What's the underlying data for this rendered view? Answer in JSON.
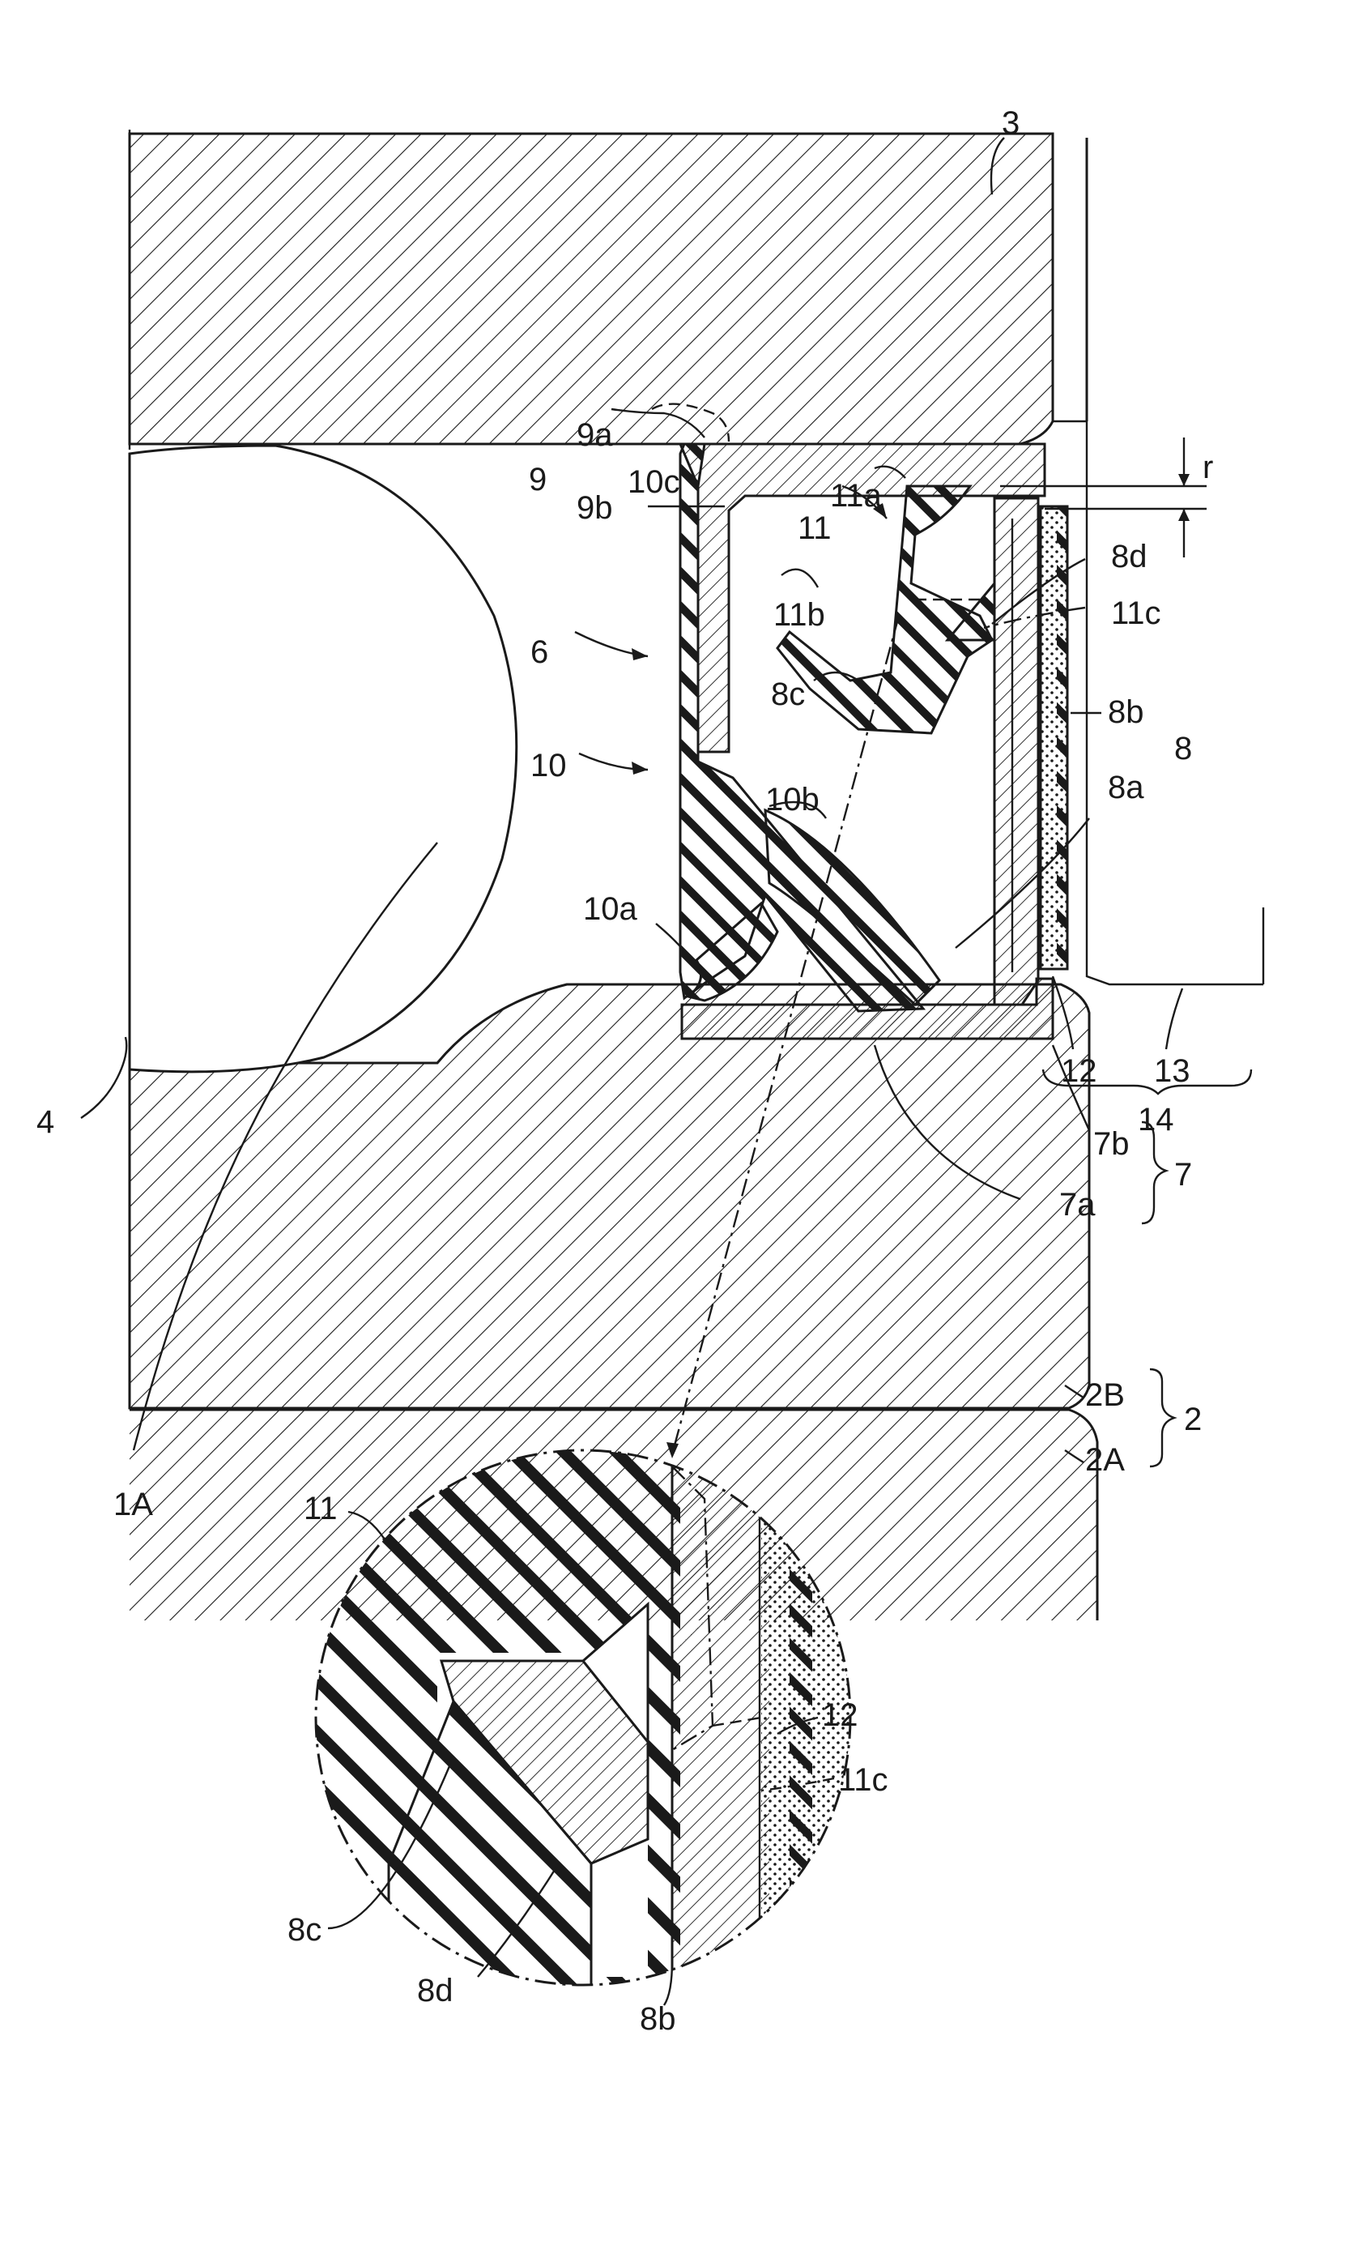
{
  "diagram": {
    "labels": {
      "l_3": "3",
      "l_r": "r",
      "l_9": "9",
      "l_9a": "9a",
      "l_9b": "9b",
      "l_10c": "10c",
      "l_11a": "11a",
      "l_11": "11",
      "l_11b": "11b",
      "l_6": "6",
      "l_8d": "8d",
      "l_11c": "11c",
      "l_8c": "8c",
      "l_8b": "8b",
      "l_8": "8",
      "l_8a": "8a",
      "l_10": "10",
      "l_10b": "10b",
      "l_10a": "10a",
      "l_12": "12",
      "l_13": "13",
      "l_14": "14",
      "l_4": "4",
      "l_7b": "7b",
      "l_7a": "7a",
      "l_7": "7",
      "l_2B": "2B",
      "l_2": "2",
      "l_2A": "2A",
      "l_1A": "1A",
      "d_11": "11",
      "d_12": "12",
      "d_11c": "11c",
      "d_8c": "8c",
      "d_8d": "8d",
      "d_8b": "8b"
    },
    "colors": {
      "ink": "#1a1a1a",
      "paper": "#ffffff"
    }
  }
}
